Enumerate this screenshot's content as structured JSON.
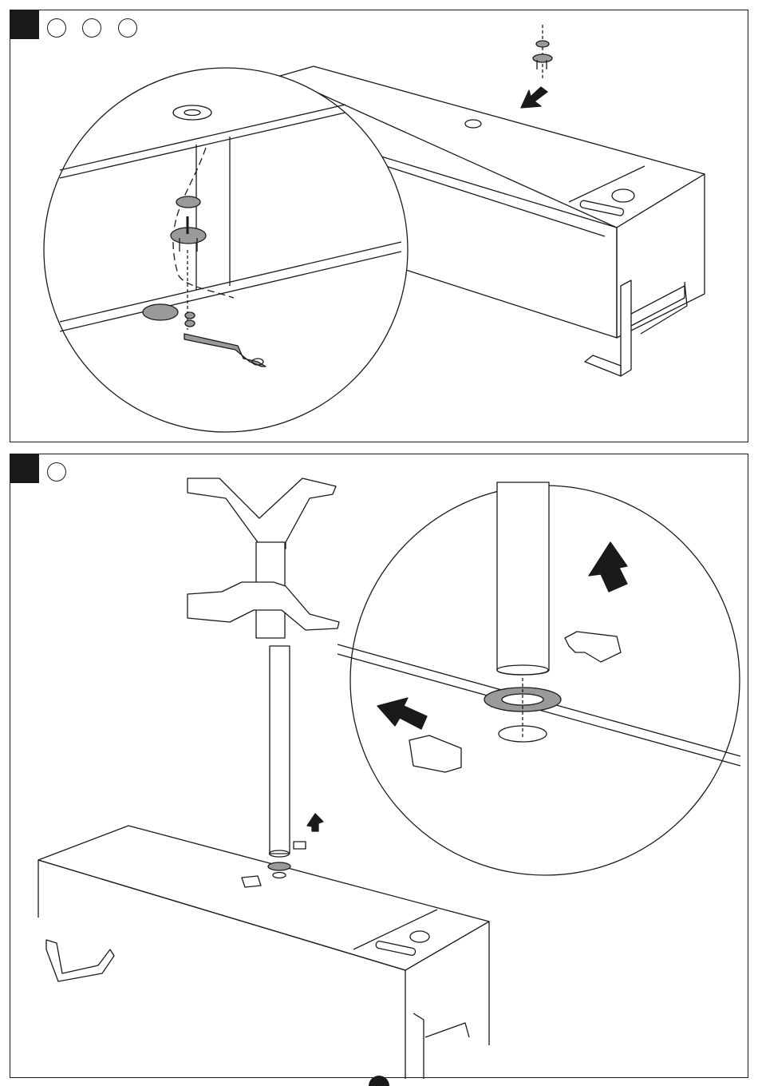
{
  "colors": {
    "line": "#1a1a1a",
    "part_fill": "#9a9a9a",
    "badge": "#1a1a1a",
    "background": "#ffffff"
  },
  "panels": [
    {
      "step_badge": "",
      "part_circles": 3,
      "content": "installation-of-leveling-hardware"
    },
    {
      "step_badge": "",
      "part_circles": 1,
      "content": "installation-of-column-through-cabinet-top"
    }
  ]
}
